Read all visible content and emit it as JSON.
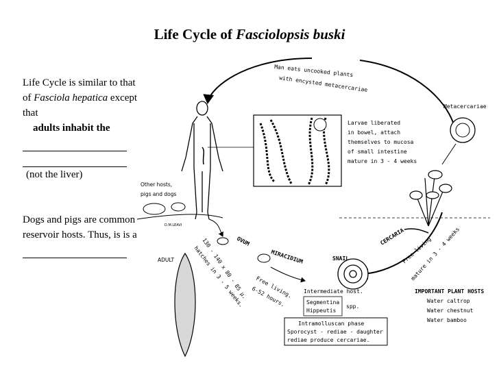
{
  "title": {
    "prefix": "Life Cycle of ",
    "species": "Fasciolopsis buski"
  },
  "side_text": {
    "p1_a": "Life Cycle is similar to that of ",
    "p1_genus": "Fasciola hepatica",
    "p1_b": " except that",
    "p1_bold": "adults inhabit the",
    "p1_paren": "(not the liver)",
    "p2": "Dogs and pigs are common reservoir hosts.  Thus, is is a"
  },
  "diagram": {
    "man_eats": [
      "Man eats uncooked plants",
      "with encysted metacercariae"
    ],
    "larvae": [
      "Larvae liberated",
      "in bowel, attach",
      "themselves to mucosa",
      "of small intestine",
      "mature in 3 - 4 weeks"
    ],
    "metacercariae": "Metacercariae",
    "other_hosts": [
      "Other hosts,",
      "pigs and dogs"
    ],
    "artist": "D.M.LEAVI",
    "adult": "ADULT",
    "ovum": "OVUM",
    "ovum_size": [
      "130 - 140 x 80 - 85 µ.",
      "hatches in 3 - 5 weeks."
    ],
    "miracidium": "MIRACIDIUM",
    "free_living": [
      "Free living.",
      "6-52 hours."
    ],
    "snail": "SNAIL",
    "intermediate": "Intermediate host.",
    "genera": [
      "Segmentina",
      "Hippeutis"
    ],
    "spp": "spp.",
    "intramolluscan": [
      "Intramolluscan phase",
      "Sporocyst - rediae - daughter",
      "rediae produce cercariae."
    ],
    "cercaria": "CERCARIA",
    "cercaria_free": [
      "Free living",
      "mature in 3 - 4 weeks"
    ],
    "plant_hosts_title": "IMPORTANT PLANT HOSTS",
    "plant_hosts": [
      "Water caltrop",
      "Water chestnut",
      "Water bamboo"
    ]
  }
}
